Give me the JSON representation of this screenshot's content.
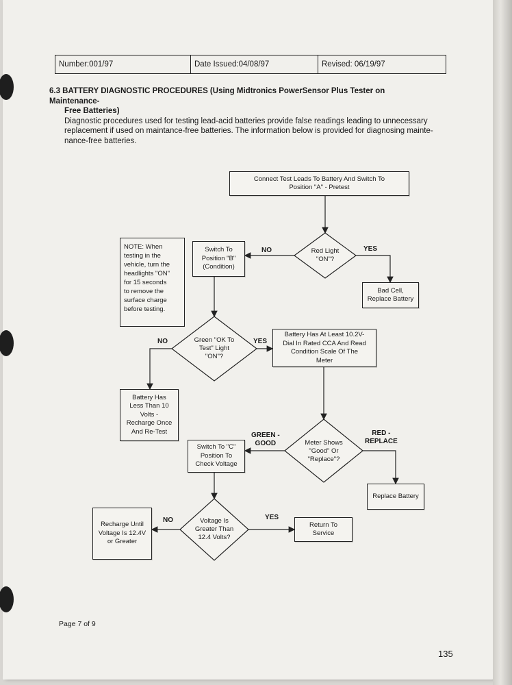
{
  "header": {
    "number": "Number:001/97",
    "date_issued": "Date Issued:04/08/97",
    "revised": "Revised: 06/19/97"
  },
  "section": {
    "title_line1": "6.3 BATTERY DIAGNOSTIC PROCEDURES (Using Midtronics PowerSensor Plus Tester on Maintenance-",
    "title_line2": "Free Batteries)",
    "body_line1": "Diagnostic procedures used for testing lead-acid batteries provide false readings leading to unnecessary",
    "body_line2": "replacement if used on maintance-free batteries. The information below is provided for diagnosing mainte-",
    "body_line3": "nance-free batteries."
  },
  "flowchart": {
    "start": [
      "Connect Test Leads To Battery And Switch To",
      "Position \"A\" - Pretest"
    ],
    "red_light": [
      "Red Light",
      "\"ON\"?"
    ],
    "bad_cell": [
      "Bad Cell,",
      "Replace Battery"
    ],
    "switch_b": [
      "Switch To",
      "Position \"B\"",
      "(Condition)"
    ],
    "note": [
      "NOTE: When",
      "testing in the",
      "vehicle, turn the",
      "headlights \"ON\"",
      "for 15 seconds",
      "to remove the",
      "surface charge",
      "before testing."
    ],
    "green_ok": [
      "Green \"OK To",
      "Test\" Light",
      "\"ON\"?"
    ],
    "battery_10_2": [
      "Battery Has At Least 10.2V-",
      "Dial In Rated CCA And Read",
      "Condition Scale Of The",
      "Meter"
    ],
    "less_than_10": [
      "Battery Has",
      "Less Than 10",
      "Volts -",
      "Recharge Once",
      "And Re-Test"
    ],
    "meter_shows": [
      "Meter Shows",
      "\"Good\" Or",
      "\"Replace\"?"
    ],
    "switch_c": [
      "Switch To \"C\"",
      "Position To",
      "Check Voltage"
    ],
    "replace_battery": [
      "Replace Battery"
    ],
    "voltage": [
      "Voltage Is",
      "Greater Than",
      "12.4 Volts?"
    ],
    "recharge_until": [
      "Recharge Until",
      "Voltage Is 12.4V",
      "or Greater"
    ],
    "return_service": [
      "Return To",
      "Service"
    ],
    "labels": {
      "no1": "NO",
      "yes1": "YES",
      "no2": "NO",
      "yes2": "YES",
      "green_good": [
        "GREEN -",
        "GOOD"
      ],
      "red_replace": [
        "RED -",
        "REPLACE"
      ],
      "no3": "NO",
      "yes3": "YES"
    }
  },
  "footer": {
    "page_of": "Page 7 of 9",
    "page_number": "135"
  }
}
